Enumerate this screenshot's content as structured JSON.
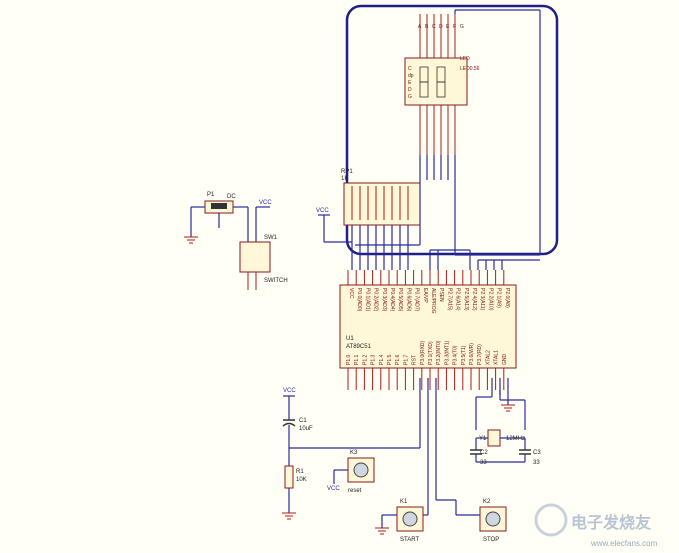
{
  "parts": {
    "display": {
      "designator": "LED",
      "value": "LED0.56",
      "segs_left": [
        "C",
        "dp",
        "E",
        "D",
        "G"
      ],
      "segs_right": [
        "A",
        "B",
        "C",
        "D",
        "E",
        "F",
        "G"
      ]
    },
    "rp1": {
      "designator": "RP1",
      "value": "1K"
    },
    "p1": {
      "designator": "P1",
      "value": "DC"
    },
    "sw1": {
      "designator": "SW1",
      "value": "SWITCH"
    },
    "mcu": {
      "designator": "U1",
      "value": "AT89C51",
      "left_pins": [
        "P1.0",
        "P1.1",
        "P1.2",
        "P1.3",
        "P1.4",
        "P1.5",
        "P1.6",
        "P1.7",
        "RST",
        "P3.0(RXD)",
        "P3.1(TXD)",
        "P3.2(INT0)",
        "P3.3(INT1)",
        "P3.4(T0)",
        "P3.5(T1)",
        "P3.6(WR)",
        "P3.7(RD)",
        "XTAL2",
        "XTAL1",
        "GND"
      ],
      "right_pins": [
        "VCC",
        "P0.0(AD0)",
        "P0.1(AD1)",
        "P0.2(AD2)",
        "P0.3(AD3)",
        "P0.4(AD4)",
        "P0.5(AD5)",
        "P0.6(AD6)",
        "P0.7(AD7)",
        "EA/VP",
        "ALE/PROG",
        "PSEN",
        "P2.7(A15)",
        "P2.6(A14)",
        "P2.5(A13)",
        "P2.4(A12)",
        "P2.3(A11)",
        "P2.2(A10)",
        "P2.1(A9)",
        "P2.0(A8)"
      ]
    },
    "c1": {
      "designator": "C1",
      "value": "10uF"
    },
    "r1": {
      "designator": "R1",
      "value": "10K"
    },
    "k3": {
      "designator": "K3",
      "value": "reset"
    },
    "y1": {
      "designator": "Y1",
      "value": "12MHz"
    },
    "c2": {
      "designator": "C2",
      "value": "33"
    },
    "c3": {
      "designator": "C3",
      "value": "33"
    },
    "k1": {
      "designator": "K1",
      "value": "START"
    },
    "k2": {
      "designator": "K2",
      "value": "STOP"
    }
  },
  "power": {
    "vcc": "VCC"
  },
  "watermark": {
    "text": "电子发烧友",
    "url": "www.elecfans.com"
  }
}
